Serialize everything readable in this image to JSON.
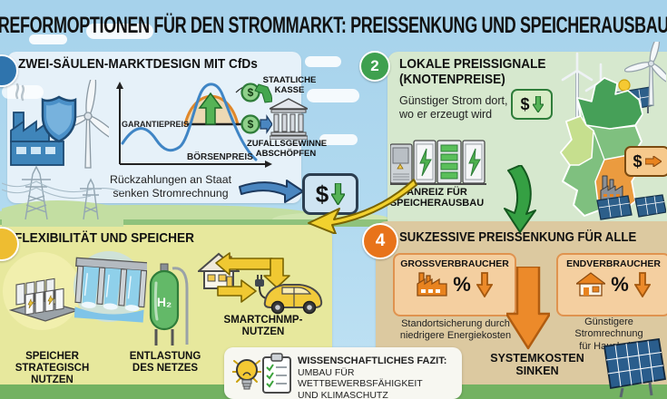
{
  "title": "REFORMOPTIONEN FÜR DEN STROMMARKT: PREISSENKUNG UND SPEICHERAUSBAU",
  "symbols": {
    "dollar": "$",
    "percent": "%",
    "h2": "H₂"
  },
  "section1": {
    "title": "ZWEI-SÄULEN-MARKTDESIGN MIT CfDs",
    "garantiepreis": "GARANTIEPREIS",
    "boersenpreis": "BÖRSENPREIS",
    "staatliche_kasse_lines": [
      "STAATLICHE",
      "KASSE"
    ],
    "zufallsgewinne_lines": [
      "ZUFALLSGEWINNE",
      "ABSCHÖPFEN"
    ],
    "rueckzahlung_lines": [
      "Rückzahlungen an Staat",
      "senken Stromrechnung"
    ]
  },
  "section2": {
    "badge": "2",
    "title_lines": [
      "LOKALE PREISSIGNALE",
      "(KNOTENPREISE)"
    ],
    "subtitle_lines": [
      "Günstiger Strom dort,",
      "wo er erzeugt wird"
    ],
    "anreiz_lines": [
      "ANREIZ FÜR",
      "SPEICHERAUSBAU"
    ]
  },
  "section3": {
    "title": "FLEXIBILITÄT UND SPEICHER",
    "label_speicher_lines": [
      "SPEICHER",
      "STRATEGISCH NUTZEN"
    ],
    "label_netz_lines": [
      "ENTLASTUNG",
      "DES NETZES"
    ],
    "label_smart_lines": [
      "SMARTCHNMP-",
      "NUTZEN"
    ]
  },
  "section4": {
    "badge": "4",
    "title": "SUKZESSIVE PREISSENKUNG FÜR ALLE",
    "box_left_title": "GROSSVERBRAUCHER",
    "box_right_title": "ENDVERBRAUCHER",
    "caption_left_lines": [
      "Standortsicherung durch",
      "niedrigere Energiekosten"
    ],
    "caption_right_lines": [
      "Günstigere Stromrechnung",
      "für Haushalte"
    ],
    "systemkosten_lines": [
      "SYSTEMKOSTEN",
      "SINKEN"
    ]
  },
  "fazit": {
    "title": "WISSENSCHAFTLICHES FAZIT:",
    "lines": [
      "UMBAU FÜR WETTBEWERBSFÄHIGKEIT",
      "UND KLIMASCHUTZ"
    ]
  },
  "colors": {
    "badge_1": "#2f74ad",
    "badge_2": "#3fa04f",
    "badge_3": "#eebd31",
    "badge_4": "#e8731a",
    "panel_1": "#e6f1f9",
    "panel_2": "#d6e8ce",
    "panel_3": "#e7e89d",
    "panel_4": "#dcc9a0",
    "sky": "#a9d4ec",
    "grass": "#73b261",
    "price_drop_green": "#56b356",
    "price_shift_orange": "#e8831f",
    "money_blue": "#4a86c0",
    "cta_yellow": "#f2d12e"
  }
}
